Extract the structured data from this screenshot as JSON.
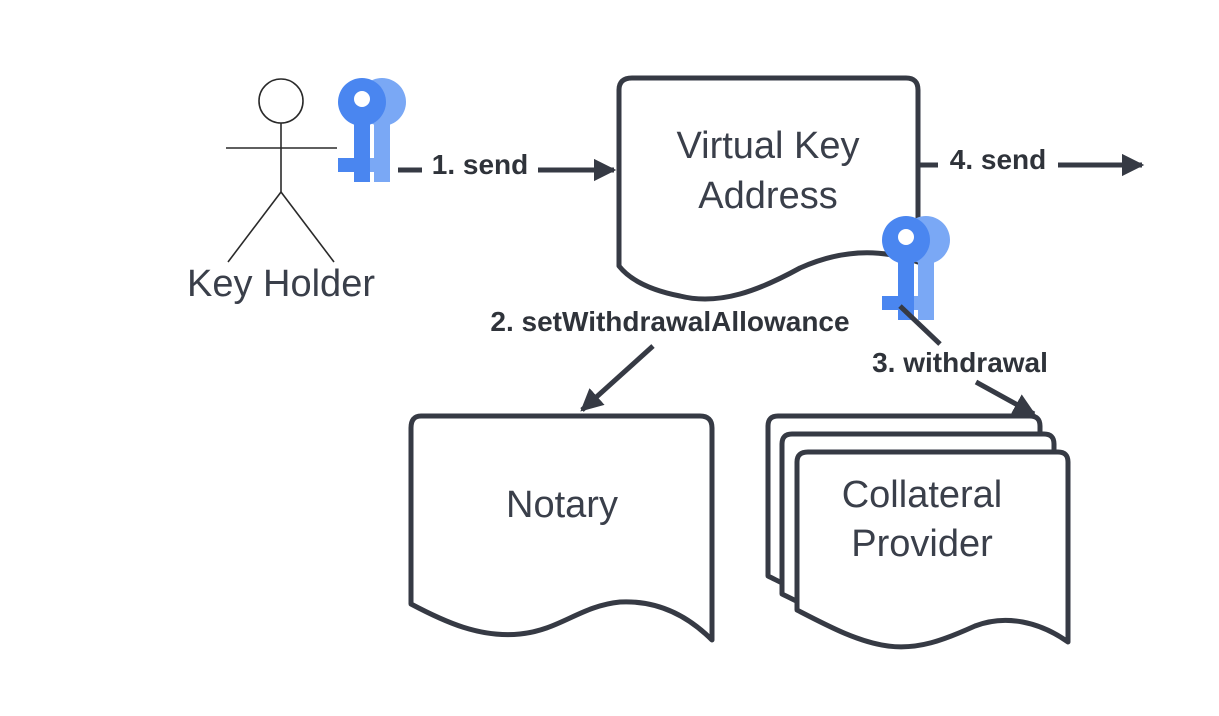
{
  "actor": {
    "label": "Key Holder"
  },
  "nodes": {
    "virtual_key": {
      "line1": "Virtual Key",
      "line2": "Address"
    },
    "notary": {
      "label": "Notary"
    },
    "collateral": {
      "line1": "Collateral",
      "line2": "Provider"
    }
  },
  "edges": {
    "send1": "1. send",
    "set_allowance": "2. setWithdrawalAllowance",
    "withdrawal": "3. withdrawal",
    "send4": "4. send"
  },
  "icons": {
    "key": "key-icon",
    "person": "person-icon"
  },
  "colors": {
    "key_primary": "#4a86f0",
    "key_shadow": "#7aa8f5",
    "stroke": "#363a44",
    "text": "#3a3f4a"
  }
}
